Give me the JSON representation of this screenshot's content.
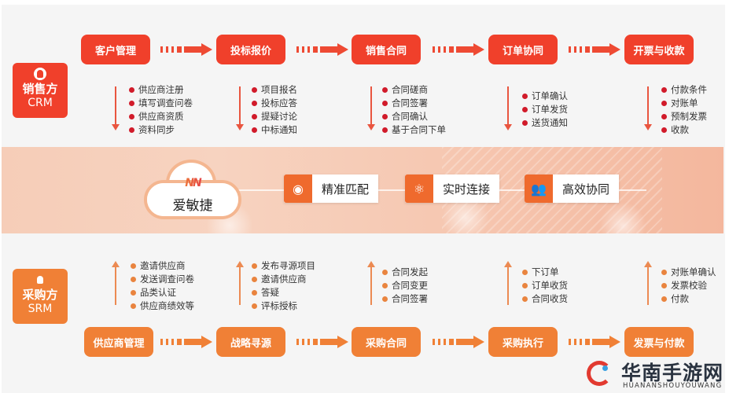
{
  "sell_side": {
    "title": "销售方",
    "subtitle": "CRM",
    "icon": "user-group-icon",
    "color": "#f0402b",
    "steps": [
      {
        "label": "客户管理",
        "items": [
          "供应商注册",
          "填写调查问卷",
          "供应商资质",
          "资料同步"
        ]
      },
      {
        "label": "投标报价",
        "items": [
          "项目报名",
          "投标应答",
          "提疑讨论",
          "中标通知"
        ]
      },
      {
        "label": "销售合同",
        "items": [
          "合同磋商",
          "合同签署",
          "合同确认",
          "基于合同下单"
        ]
      },
      {
        "label": "订单协同",
        "items": [
          "订单确认",
          "订单发货",
          "送货通知"
        ]
      },
      {
        "label": "开票与收款",
        "items": [
          "付款条件",
          "对账单",
          "预制发票",
          "收款"
        ]
      }
    ]
  },
  "platform": {
    "name": "爱敏捷",
    "logo_mark": "NN",
    "features": [
      {
        "label": "精准匹配",
        "icon": "match-icon"
      },
      {
        "label": "实时连接",
        "icon": "connect-icon"
      },
      {
        "label": "高效协同",
        "icon": "collaborate-icon"
      }
    ],
    "accent": "#ef6a2d"
  },
  "buy_side": {
    "title": "采购方",
    "subtitle": "SRM",
    "icon": "user-icon",
    "color": "#f08036",
    "steps": [
      {
        "label": "供应商管理",
        "items": [
          "邀请供应商",
          "发送调查问卷",
          "品类认证",
          "供应商绩效等"
        ]
      },
      {
        "label": "战略寻源",
        "items": [
          "发布寻源项目",
          "邀请供应商",
          "答疑",
          "评标授标"
        ]
      },
      {
        "label": "采购合同",
        "items": [
          "合同发起",
          "合同变更",
          "合同签署"
        ]
      },
      {
        "label": "采购执行",
        "items": [
          "下订单",
          "订单收货",
          "合同收货"
        ]
      },
      {
        "label": "发票与付款",
        "items": [
          "对账单确认",
          "发票校验",
          "付款"
        ]
      }
    ]
  },
  "watermark": {
    "title": "华南手游网",
    "subtitle": "HUANANSHOUYOUWANG"
  }
}
